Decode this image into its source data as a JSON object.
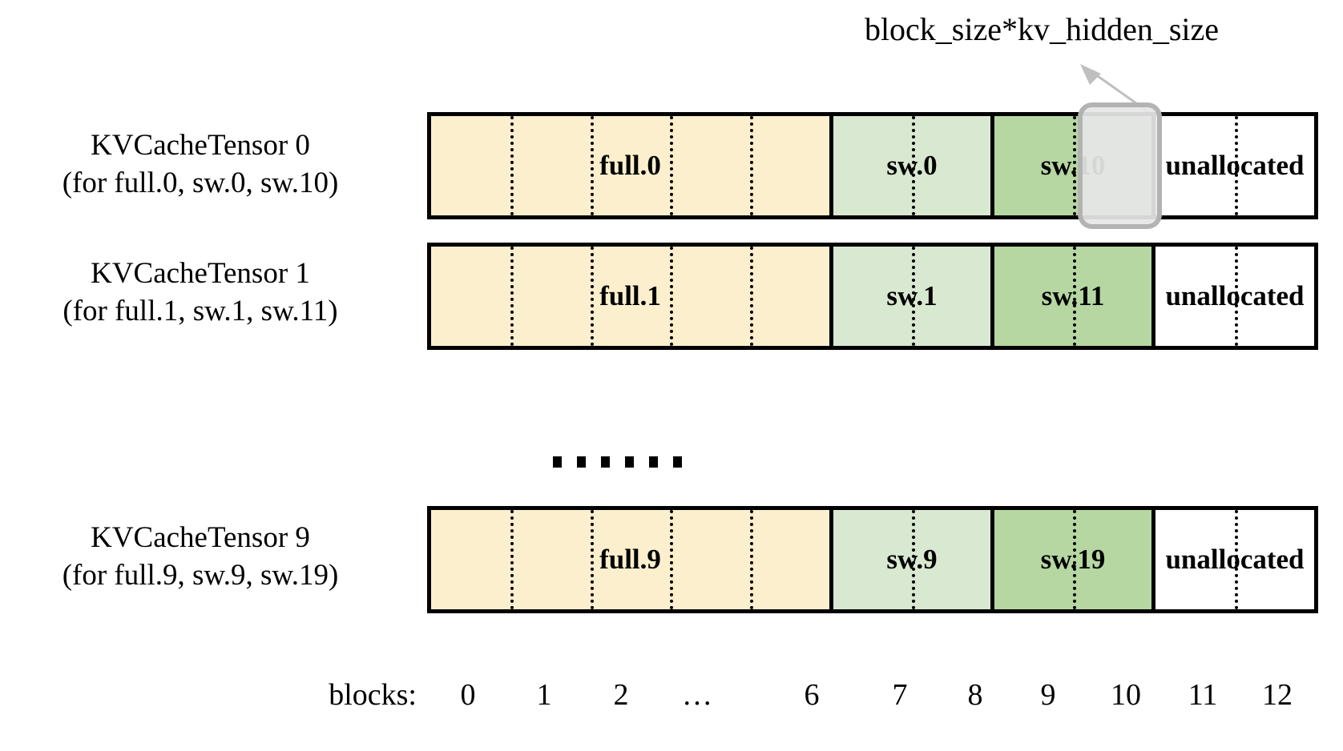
{
  "diagram": {
    "title_annotation": "block_size*kv_hidden_size",
    "ellipsis_dot_count": 6,
    "colors": {
      "full_attention": "#FCEFCD",
      "sliding_window_a": "#D9E8D0",
      "sliding_window_b": "#B6D7A2",
      "unallocated": "#FFFFFF",
      "border": "#000000",
      "highlight_fill": "#E6E6E6",
      "highlight_border": "#AAAAAA",
      "arrow": "#BFBFBF"
    },
    "rows": [
      {
        "label_line1": "KVCacheTensor 0",
        "label_line2": "(for full.0, sw.0, sw.10)",
        "segments": [
          {
            "name": "full.0",
            "kind": "full",
            "blocks": 7,
            "dividers": 4
          },
          {
            "name": "sw.0",
            "kind": "sw-a",
            "blocks": 2,
            "dividers": 1
          },
          {
            "name": "sw.10",
            "kind": "sw-b",
            "blocks": 2,
            "dividers": 1
          },
          {
            "name": "unallocated",
            "kind": "unallo",
            "blocks": 2,
            "dividers": 1
          }
        ],
        "highlighted_block": 11
      },
      {
        "label_line1": "KVCacheTensor 1",
        "label_line2": "(for full.1, sw.1, sw.11)",
        "segments": [
          {
            "name": "full.1",
            "kind": "full",
            "blocks": 7,
            "dividers": 4
          },
          {
            "name": "sw.1",
            "kind": "sw-a",
            "blocks": 2,
            "dividers": 1
          },
          {
            "name": "sw.11",
            "kind": "sw-b",
            "blocks": 2,
            "dividers": 1
          },
          {
            "name": "unallocated",
            "kind": "unallo",
            "blocks": 2,
            "dividers": 1
          }
        ],
        "highlighted_block": null
      },
      {
        "label_line1": "KVCacheTensor 9",
        "label_line2": "(for full.9, sw.9, sw.19)",
        "segments": [
          {
            "name": "full.9",
            "kind": "full",
            "blocks": 7,
            "dividers": 4
          },
          {
            "name": "sw.9",
            "kind": "sw-a",
            "blocks": 2,
            "dividers": 1
          },
          {
            "name": "sw.19",
            "kind": "sw-b",
            "blocks": 2,
            "dividers": 1
          },
          {
            "name": "unallocated",
            "kind": "unallo",
            "blocks": 2,
            "dividers": 1
          }
        ],
        "highlighted_block": null
      }
    ],
    "axis": {
      "title": "blocks:",
      "ticks": [
        "0",
        "1",
        "2",
        "…",
        "6",
        "7",
        "8",
        "9",
        "10",
        "11",
        "12"
      ],
      "tick_x": [
        51,
        146,
        242,
        337,
        480,
        590,
        684,
        775,
        872,
        968,
        1061
      ]
    }
  }
}
